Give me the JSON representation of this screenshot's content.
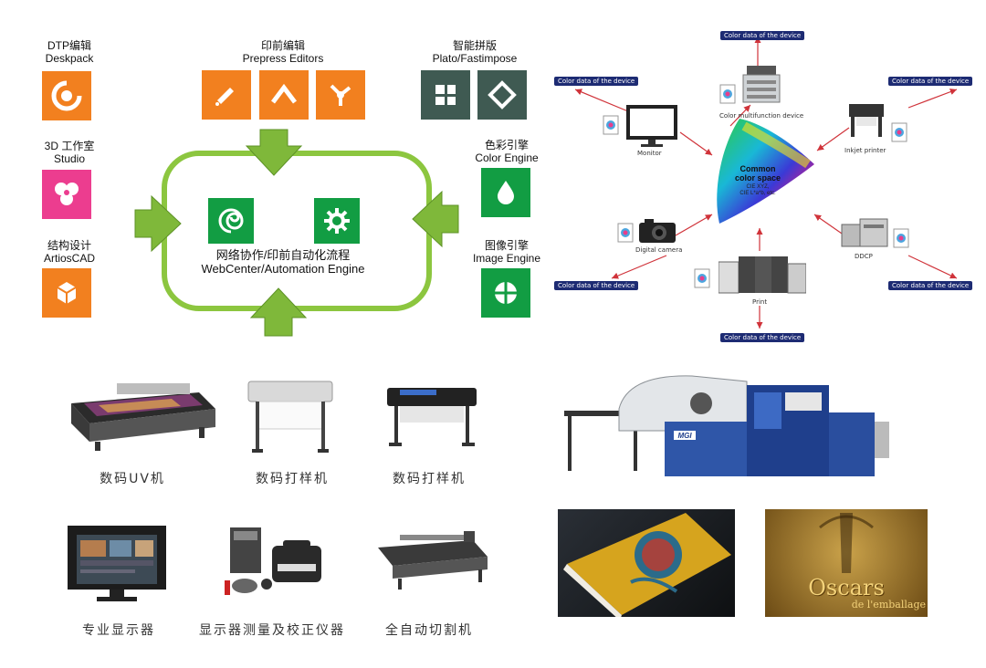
{
  "workflow": {
    "left": [
      {
        "cn": "DTP编辑",
        "en": "Deskpack"
      },
      {
        "cn": "3D 工作室",
        "en": "Studio"
      },
      {
        "cn": "结构设计",
        "en": "ArtiosCAD"
      }
    ],
    "prepress": {
      "cn": "印前编辑",
      "en": "Prepress Editors"
    },
    "plato": {
      "cn": "智能拼版",
      "en": "Plato/Fastimpose"
    },
    "color_engine": {
      "cn": "色彩引擎",
      "en": "Color Engine"
    },
    "image_engine": {
      "cn": "图像引擎",
      "en": "Image Engine"
    },
    "center": {
      "cn": "网络协作/印前自动化流程",
      "en": "WebCenter/Automation Engine"
    }
  },
  "color_diagram": {
    "tag": "Color data of the device",
    "center_title": "Common\ncolor space",
    "center_sub": "CIE XYZ,\nCIE L*a*b, etc.",
    "devices": {
      "mfp": "Color multifunction device",
      "monitor": "Monitor",
      "inkjet": "Inkjet printer",
      "camera": "Digital camera",
      "ddcp": "DDCP",
      "print": "Print"
    }
  },
  "equipment": {
    "uv": "数码UV机",
    "proof1": "数码打样机",
    "proof2": "数码打样机",
    "monitor": "专业显示器",
    "calibrator": "显示器测量及校正仪器",
    "cutter": "全自动切割机"
  },
  "press": {
    "badge": "MGI"
  },
  "sample": {
    "logo": "Oscars",
    "sub": "de l'emballage"
  },
  "colors": {
    "orange": "#f2801f",
    "pink": "#ec3d8f",
    "dark": "#3f5a52",
    "green": "#129d43",
    "loop": "#8cc63f",
    "tag": "#1d2b73"
  }
}
